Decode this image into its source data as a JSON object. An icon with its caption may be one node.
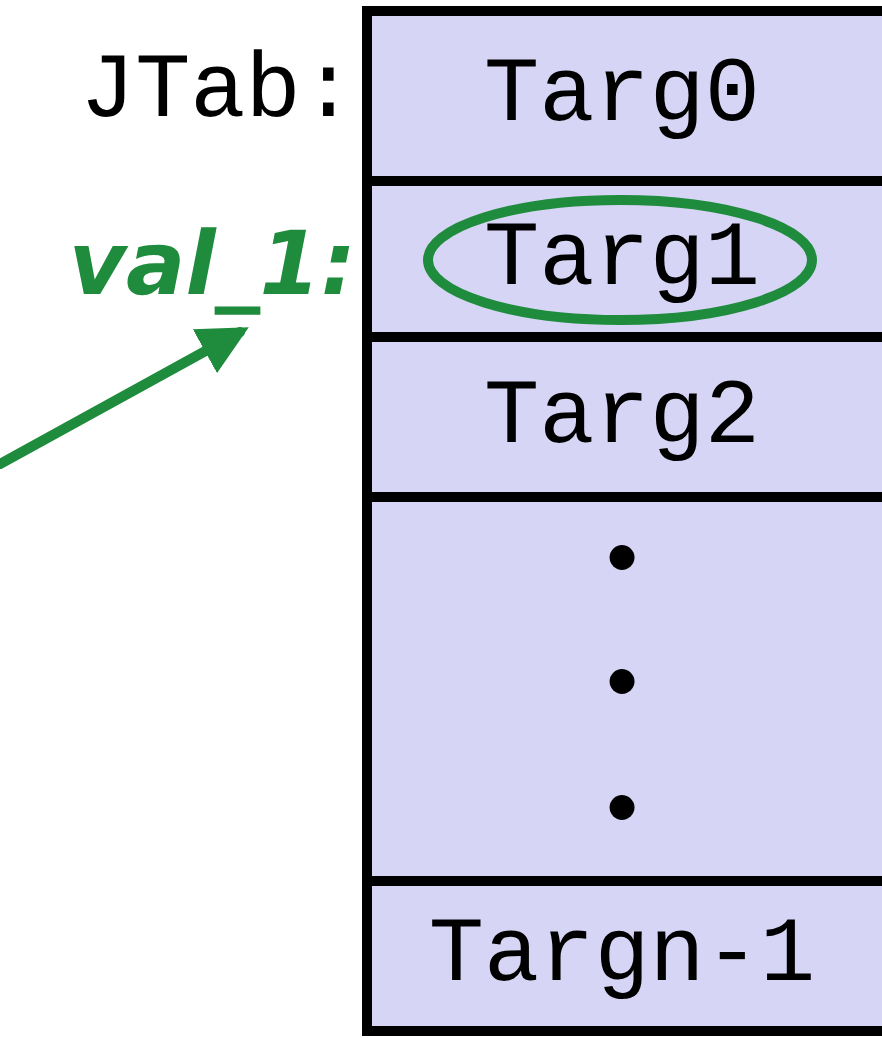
{
  "diagram": {
    "nodes": [
      {
        "text": [
          "Targ0"
        ]
      },
      {
        "text": [
          "Targ1"
        ]
      },
      {
        "text": [
          "Targ2"
        ]
      },
      {
        "text": [
          "•",
          "•",
          "•"
        ]
      },
      {
        "text": [
          "Targn-1"
        ]
      },
      {
        "text": [
          "val_1:"
        ]
      }
    ],
    "edges": [
      {
        "from": null,
        "to": 5,
        "arrow": "to",
        "color": "#1e8c3c"
      }
    ],
    "labels": [
      "JTab:"
    ]
  }
}
